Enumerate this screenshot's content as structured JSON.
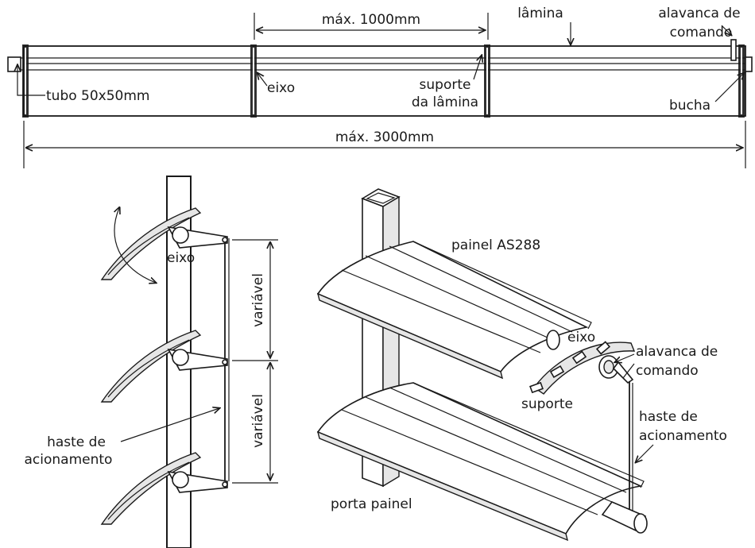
{
  "top": {
    "max_span_label": "máx. 1000mm",
    "lamina_label": "lâmina",
    "lever_label_line1": "alavanca de",
    "lever_label_line2": "comando",
    "tube_label": "tubo 50x50mm",
    "axis_label": "eixo",
    "support_label_line1": "suporte",
    "support_label_line2": "da lâmina",
    "bushing_label": "bucha",
    "max_total_label": "máx. 3000mm"
  },
  "side": {
    "axis_label": "eixo",
    "variable_label_1": "variável",
    "variable_label_2": "variável",
    "rod_label_line1": "haste de",
    "rod_label_line2": "acionamento"
  },
  "iso": {
    "panel_label": "painel AS288",
    "axis_label": "eixo",
    "lever_label_line1": "alavanca de",
    "lever_label_line2": "comando",
    "support_label": "suporte",
    "rod_label_line1": "haste de",
    "rod_label_line2": "acionamento",
    "panel_holder_label": "porta painel"
  }
}
